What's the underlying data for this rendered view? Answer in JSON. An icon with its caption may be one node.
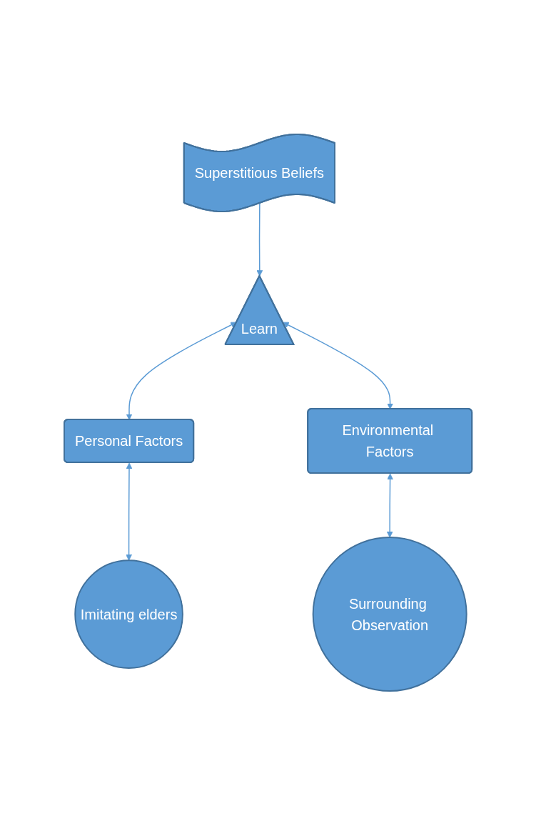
{
  "diagram": {
    "nodes": [
      {
        "text": [
          "Superstitious Beliefs"
        ]
      },
      {
        "text": [
          "Learn"
        ]
      },
      {
        "text": [
          "Personal Factors"
        ]
      },
      {
        "text": [
          "Environmental Factors"
        ]
      },
      {
        "text": [
          "Imitating elders"
        ]
      },
      {
        "text": [
          "Surrounding Observation"
        ]
      }
    ],
    "edges": [
      {
        "from": 0,
        "to": 1,
        "arrow": "to"
      },
      {
        "from": 1,
        "to": 2,
        "arrow": "both"
      },
      {
        "from": 1,
        "to": 3,
        "arrow": "both"
      },
      {
        "from": 2,
        "to": 4,
        "arrow": "both"
      },
      {
        "from": 3,
        "to": 5,
        "arrow": "both"
      }
    ]
  }
}
